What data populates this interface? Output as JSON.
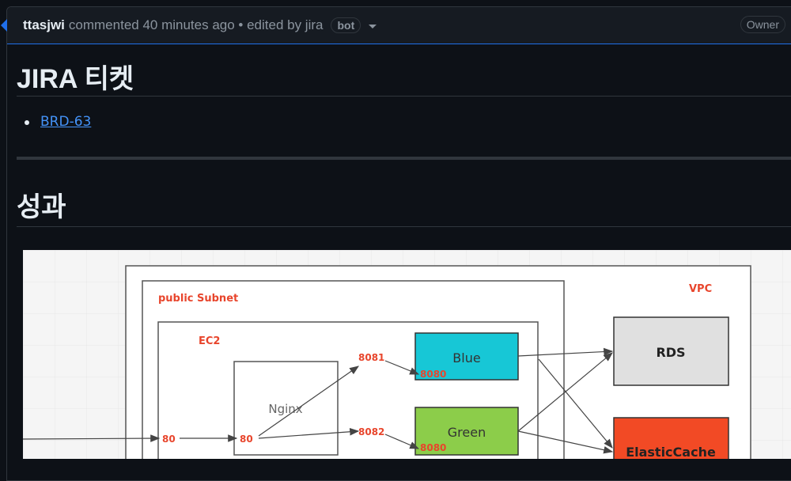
{
  "comment": {
    "author": "ttasjwi",
    "meta": "commented 40 minutes ago • edited by jira",
    "bot_badge": "bot",
    "owner_badge": "Owner"
  },
  "content": {
    "heading1": "JIRA 티켓",
    "ticket_link": "BRD-63",
    "heading2": "성과"
  },
  "diagram": {
    "vpc_label": "VPC",
    "subnet_label": "public Subnet",
    "ec2_label": "EC2",
    "nginx_label": "Nginx",
    "blue_label": "Blue",
    "green_label": "Green",
    "rds_label": "RDS",
    "cache_label": "ElasticCache",
    "port_80_a": "80",
    "port_80_b": "80",
    "port_8081": "8081",
    "port_8082": "8082",
    "port_8080_blue": "8080",
    "port_8080_green": "8080",
    "colors": {
      "blue_box": "#17c7d6",
      "green_box": "#8ccd4a",
      "rds_box": "#e0e0e0",
      "cache_box": "#f24a25",
      "label_red": "#e8452c"
    }
  }
}
